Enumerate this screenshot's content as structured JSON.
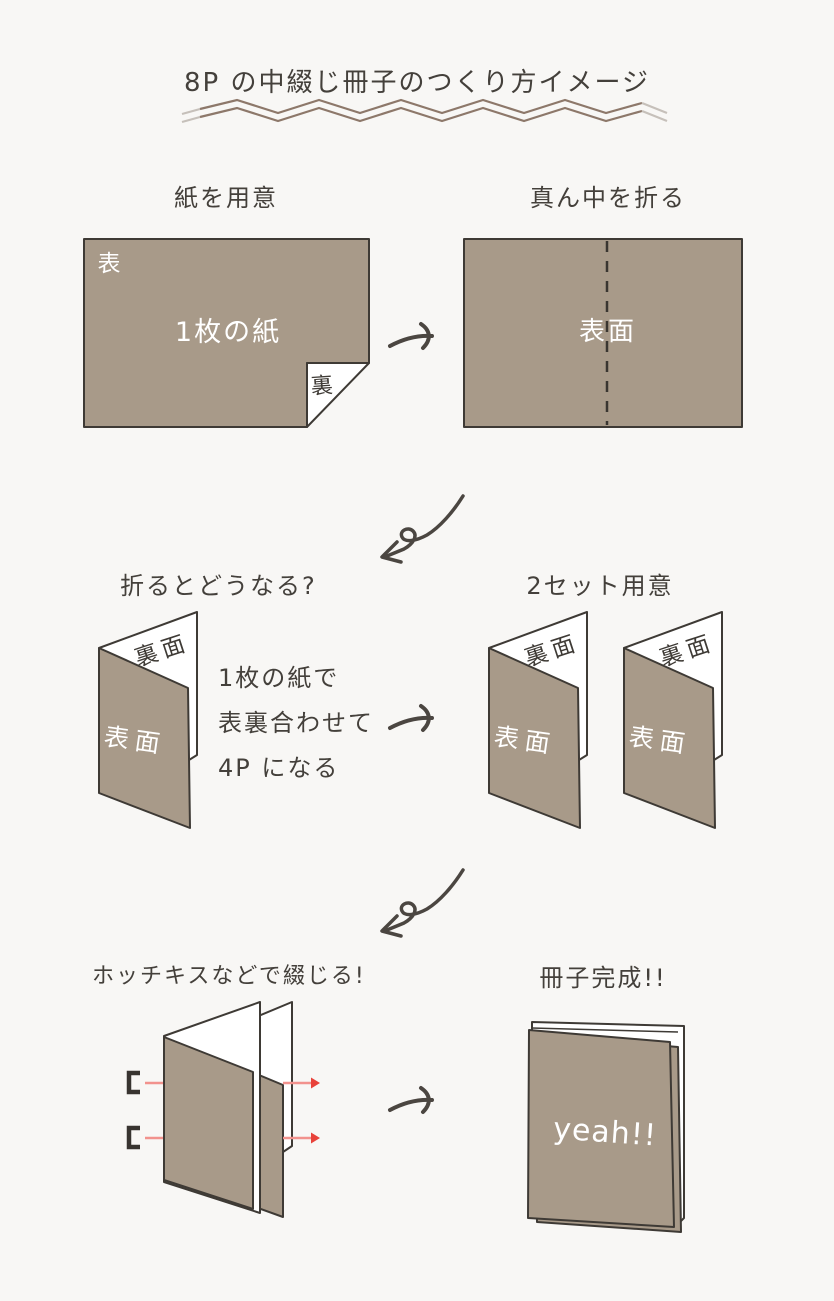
{
  "theme": {
    "background": "#f8f7f5",
    "ink": "#44403b",
    "outline": "#3e3a35",
    "paper_brown": "#a89a89",
    "paper_white": "#ffffff",
    "accent_red": "#e8423a",
    "accent_red_light": "#f2928d",
    "zigzag_brown": "#8d786a"
  },
  "title": "8P の中綴じ冊子のつくり方イメージ",
  "shared": {
    "front_face": "表面",
    "back_face": "裏面"
  },
  "steps": {
    "prepare": {
      "label": "紙を用意",
      "front": "表",
      "sheet": "1枚の紙",
      "back": "裏"
    },
    "fold": {
      "label": "真ん中を折る",
      "face": "表面"
    },
    "result": {
      "label": "折るとどうなる?",
      "note1": "1枚の紙で",
      "note2": "表裏合わせて",
      "note3": "4P になる"
    },
    "two_sets": {
      "label": "2セット用意"
    },
    "staple": {
      "label": "ホッチキスなどで綴じる!"
    },
    "done": {
      "label": "冊子完成!!",
      "cheer": "yeah!!"
    }
  }
}
